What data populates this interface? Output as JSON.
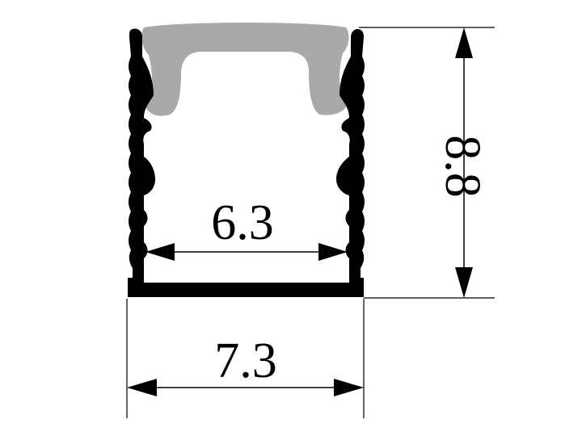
{
  "diagram": {
    "inner_width_label": "6.3",
    "outer_width_label": "7.3",
    "height_label": "8.8"
  },
  "colors": {
    "profile": "#000000",
    "diffuser": "#a9a9a9",
    "dimension_line": "#000000",
    "background": "#ffffff"
  }
}
